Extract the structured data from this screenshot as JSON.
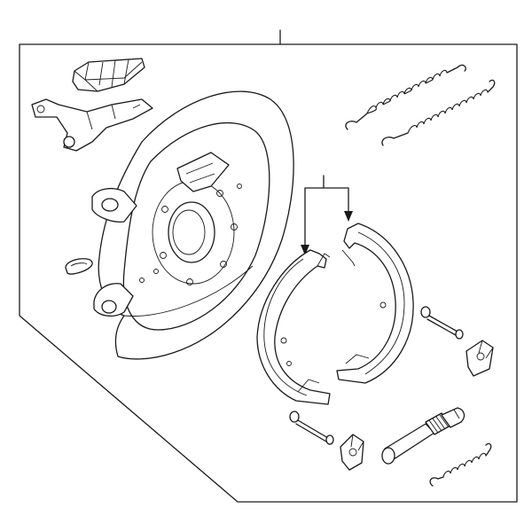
{
  "diagram": {
    "type": "exploded-parts-illustration",
    "line_color": "#1a1a1a",
    "background": "#ffffff",
    "parts": [
      "backing-plate",
      "brake-shoe-front",
      "brake-shoe-rear",
      "return-spring-upper",
      "return-spring-lower",
      "adjuster-spring",
      "adjuster-assembly",
      "hold-down-pin-upper",
      "hold-down-pin-lower",
      "retainer-clip-upper",
      "retainer-clip-lower",
      "parking-lever",
      "strut-bracket",
      "grommet-plug"
    ],
    "callouts": [
      "main-callout-leader",
      "shoe-callout-bracket"
    ]
  }
}
